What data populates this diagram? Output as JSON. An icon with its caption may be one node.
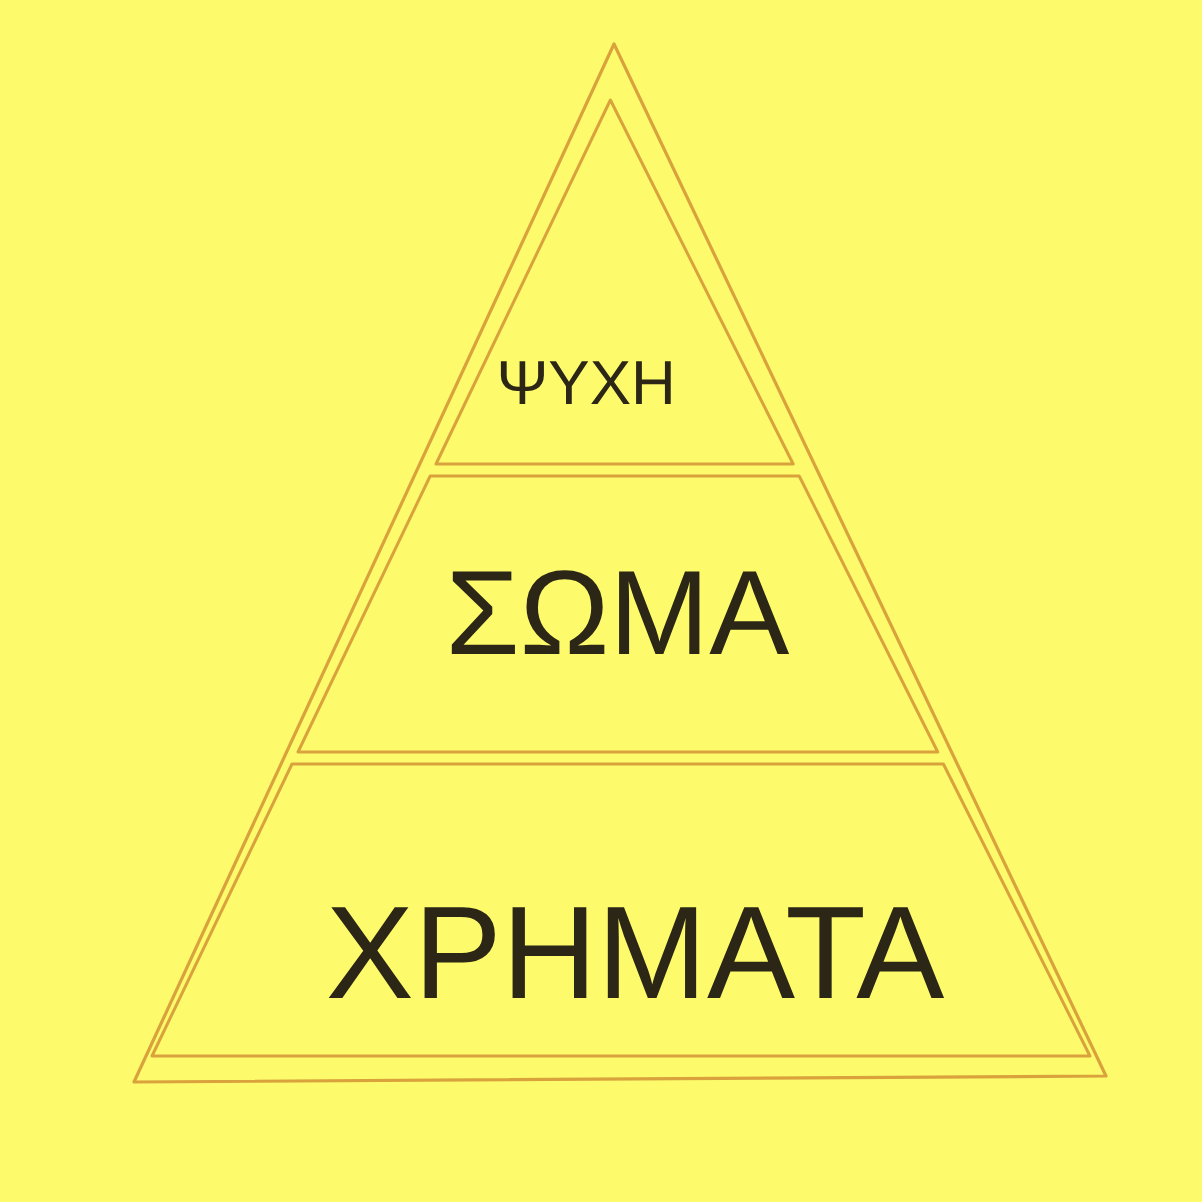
{
  "diagram": {
    "nodes": [
      {
        "text": [
          "ΨΥΧΗ"
        ]
      },
      {
        "text": [
          "ΣΩΜΑ"
        ]
      },
      {
        "text": [
          "ΧΡΗΜΑΤΑ"
        ]
      }
    ]
  }
}
